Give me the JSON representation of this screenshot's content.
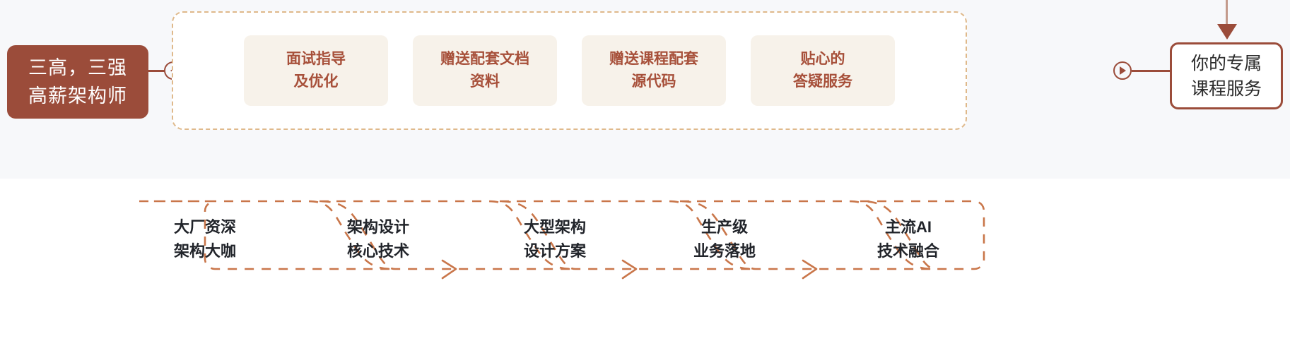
{
  "theme": {
    "top_background": "#f7f8fa",
    "bottom_background": "#ffffff",
    "brand_dark_red": "#9b4c3a",
    "card_background": "#f7f2ea",
    "card_text": "#a7503a",
    "dashed_border": "#dfb98b",
    "chevron_dash": "#c9764a",
    "chevron_text": "#21242a"
  },
  "top": {
    "main_node": {
      "lines": [
        "三高，三强",
        "高薪架构师"
      ]
    },
    "left_connector_icon": "triangle-left-icon",
    "right_connector_icon": "triangle-right-icon",
    "down_arrow_icon": "arrow-down-icon",
    "cards": [
      {
        "lines": [
          "面试指导",
          "及优化"
        ]
      },
      {
        "lines": [
          "赠送配套文档",
          "资料"
        ]
      },
      {
        "lines": [
          "赠送课程配套",
          "源代码"
        ]
      },
      {
        "lines": [
          "贴心的",
          "答疑服务"
        ]
      }
    ],
    "right_node": {
      "lines": [
        "你的专属",
        "课程服务"
      ]
    }
  },
  "bottom": {
    "steps": [
      {
        "lines": [
          "大厂资深",
          "架构大咖"
        ]
      },
      {
        "lines": [
          "架构设计",
          "核心技术"
        ]
      },
      {
        "lines": [
          "大型架构",
          "设计方案"
        ]
      },
      {
        "lines": [
          "生产级",
          "业务落地"
        ]
      },
      {
        "lines": [
          "主流AI",
          "技术融合"
        ]
      }
    ],
    "connector_icon": "arrow-right-icon"
  }
}
